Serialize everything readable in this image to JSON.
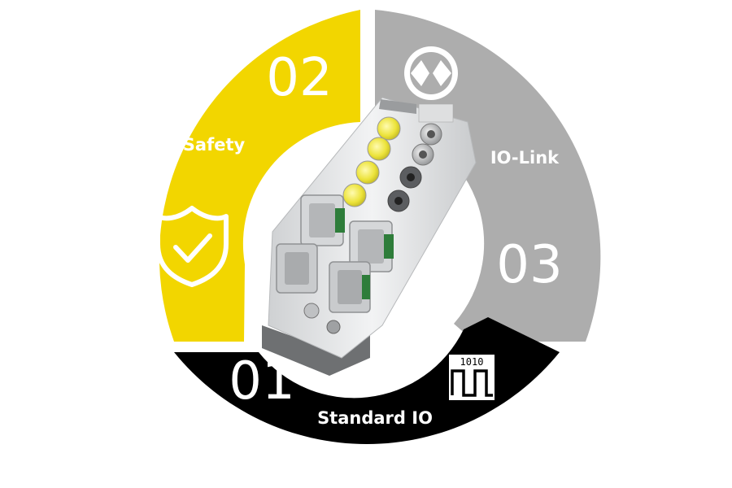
{
  "segments": {
    "standard": {
      "number": "01",
      "label": "Standard IO",
      "color": "#000000",
      "icon": "digital-signal-1010-icon",
      "icon_text": "1010"
    },
    "safety": {
      "number": "02",
      "label": "Safety",
      "color": "#f2d600",
      "icon": "shield-check-icon"
    },
    "iolink": {
      "number": "03",
      "label": "IO-Link",
      "color": "#adadad",
      "icon": "io-link-logo-icon"
    }
  },
  "device": {
    "name": "io-module",
    "body_color": "#e8e9ea",
    "led_color": "#f0e63a"
  }
}
